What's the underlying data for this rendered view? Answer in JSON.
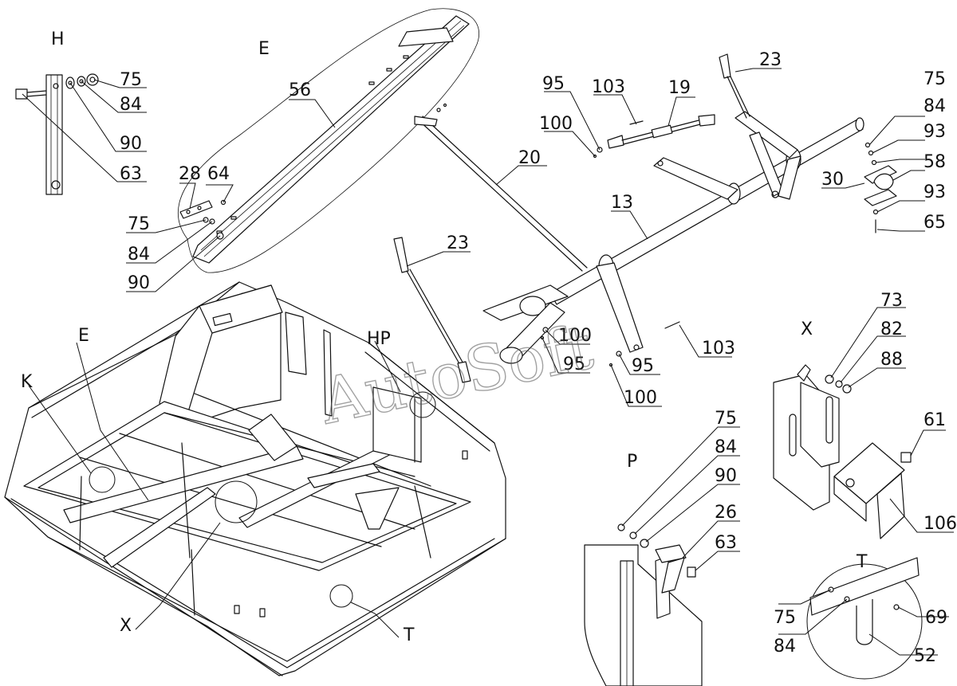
{
  "watermark": "AutoSoft",
  "views": {
    "H": "H",
    "E": "E",
    "P": "P",
    "X": "X",
    "T": "T",
    "main_E": "E",
    "main_K": "K",
    "main_HP": "HP",
    "main_X": "X",
    "main_T": "T"
  },
  "callouts": {
    "c75a": "75",
    "c84a": "84",
    "c90a": "90",
    "c63a": "63",
    "c56": "56",
    "c28": "28",
    "c64": "64",
    "c75b": "75",
    "c84b": "84",
    "c90b": "90",
    "c95a": "95",
    "c100a": "100",
    "c103a": "103",
    "c19": "19",
    "c23a": "23",
    "c20": "20",
    "c13": "13",
    "c23b": "23",
    "c100b": "100",
    "c95b": "95",
    "c95c": "95",
    "c100c": "100",
    "c103b": "103",
    "c75c": "75",
    "c84c": "84",
    "c93a": "93",
    "c58": "58",
    "c30": "30",
    "c93b": "93",
    "c65": "65",
    "c73": "73",
    "c82": "82",
    "c88": "88",
    "c61": "61",
    "c106": "106",
    "c75d": "75",
    "c84d": "84",
    "c90d": "90",
    "c26": "26",
    "c63d": "63",
    "c75e": "75",
    "c84e": "84",
    "c69": "69",
    "c52": "52"
  }
}
